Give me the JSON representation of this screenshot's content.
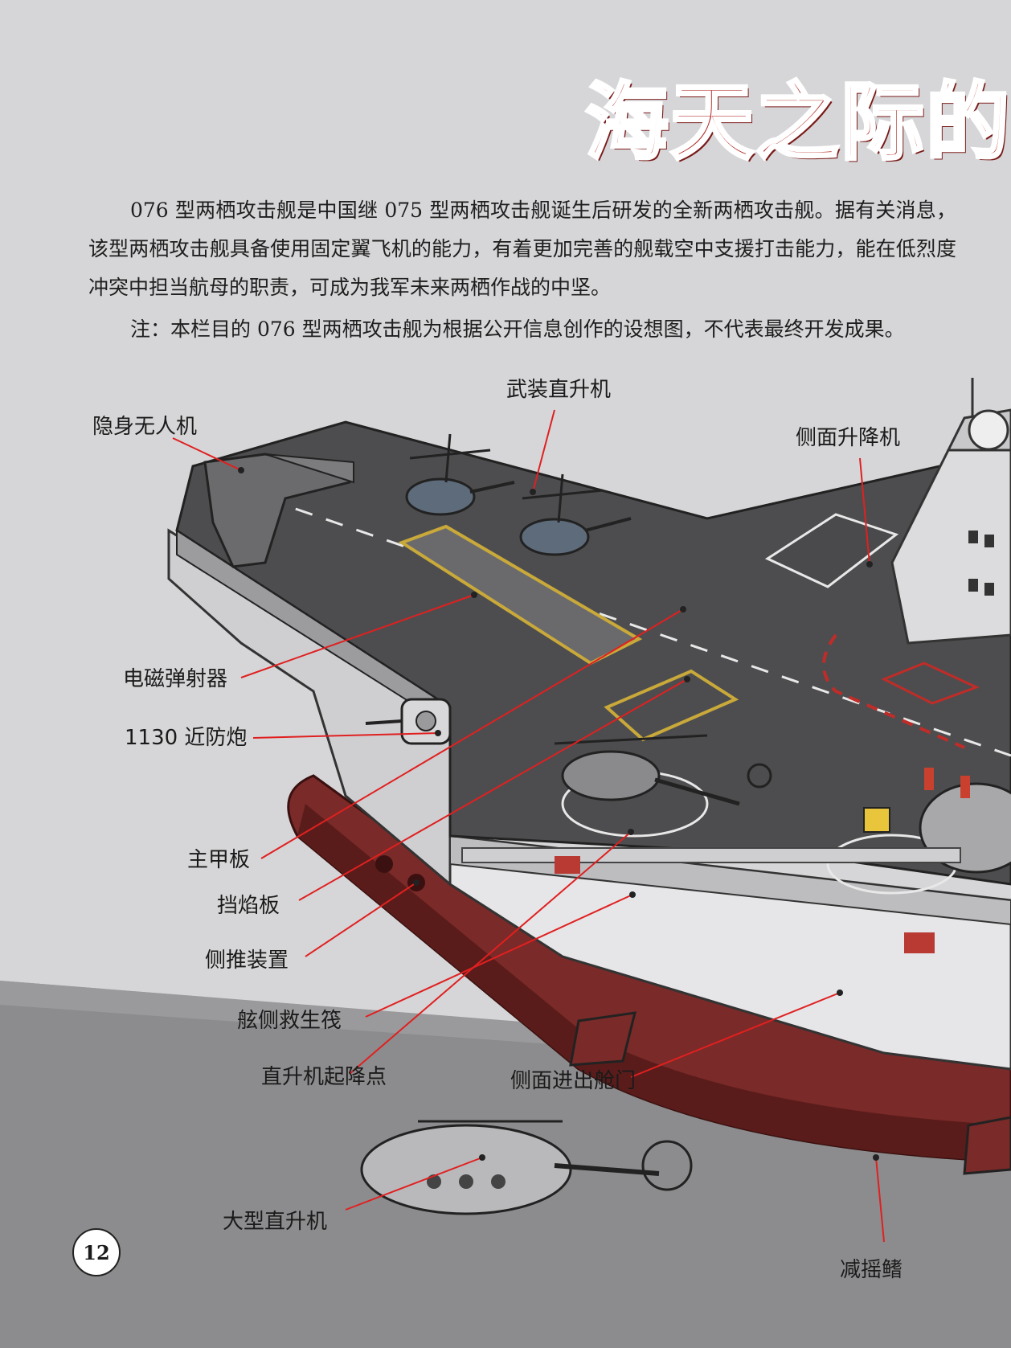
{
  "page_title": "海天之际的",
  "intro_paragraphs": [
    "076 型两栖攻击舰是中国继 075 型两栖攻击舰诞生后研发的全新两栖攻击舰。据有关消息，该型两栖攻击舰具备使用固定翼飞机的能力，有着更加完善的舰载空中支援打击能力，能在低烈度冲突中担当航母的职责，可成为我军未来两栖作战的中坚。",
    "注：本栏目的 076 型两栖攻击舰为根据公开信息创作的设想图，不代表最终开发成果。"
  ],
  "callouts": {
    "stealth_drone": "隐身无人机",
    "armed_helicopter": "武装直升机",
    "side_elevator": "侧面升降机",
    "em_catapult": "电磁弹射器",
    "ciws_1130": "1130 近防炮",
    "main_deck": "主甲板",
    "blast_deflector": "挡焰板",
    "side_thruster": "侧推装置",
    "liferaft": "舷侧救生筏",
    "helipad": "直升机起降点",
    "side_hatch": "侧面进出舱门",
    "large_helicopter": "大型直升机",
    "stabilizer_fin": "减摇鳍"
  },
  "page_number": "12",
  "colors": {
    "title_red": "#b02a26",
    "callout_line": "#e02020",
    "hull_red": "#7a2a28",
    "deck_gray": "#4d4d4f",
    "sea_gray": "#8c8c8e",
    "background": "#d6d6d8"
  }
}
